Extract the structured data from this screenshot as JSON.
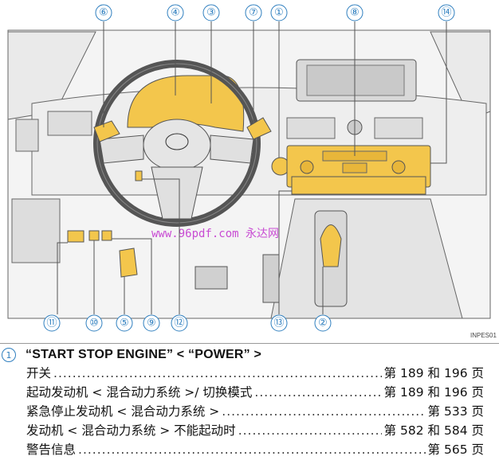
{
  "figure": {
    "callouts_top": [
      "⑥",
      "④",
      "③",
      "⑦",
      "①",
      "⑧",
      "⑭"
    ],
    "callouts_bottom": [
      "⑪",
      "⑩",
      "⑤",
      "⑨",
      "⑫",
      "⑬",
      "②"
    ],
    "image_code": "INPES01",
    "watermark": "www.96pdf.com 永达网",
    "colors": {
      "highlight": "#f3c64c",
      "callout": "#2f7fbf",
      "line": "#555555"
    }
  },
  "entry": {
    "number": "1",
    "title": "“START STOP ENGINE” < “POWER” >",
    "rows": [
      {
        "label": "开关",
        "page": "第 189 和 196 页"
      },
      {
        "label": "起动发动机 < 混合动力系统 >/ 切换模式",
        "page": "第 189 和 196 页"
      },
      {
        "label": "紧急停止发动机 < 混合动力系统 >",
        "page": "第 533 页"
      },
      {
        "label": "发动机 < 混合动力系统 > 不能起动时",
        "page": "第 582 和 584 页"
      },
      {
        "label": "警告信息",
        "page": "第 565 页"
      }
    ]
  }
}
